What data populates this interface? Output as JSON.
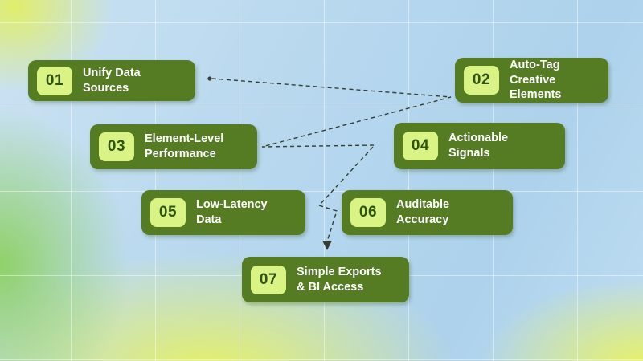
{
  "diagram": {
    "type": "numbered-feature-flow",
    "steps": [
      {
        "number": "01",
        "label": "Unify Data\nSources"
      },
      {
        "number": "02",
        "label": "Auto-Tag\nCreative Elements"
      },
      {
        "number": "03",
        "label": "Element-Level\nPerformance"
      },
      {
        "number": "04",
        "label": "Actionable\nSignals"
      },
      {
        "number": "05",
        "label": "Low-Latency\nData"
      },
      {
        "number": "06",
        "label": "Auditable\nAccuracy"
      },
      {
        "number": "07",
        "label": "Simple Exports\n& BI Access"
      }
    ],
    "flow_order": [
      "01",
      "02",
      "03",
      "04",
      "05",
      "06",
      "07"
    ],
    "colors": {
      "card_background": "#557c22",
      "badge_background": "#d9f485",
      "badge_text": "#2f540f",
      "card_text": "#ffffff",
      "connector": "#343c33",
      "background_blue": "#b6d7ee",
      "background_yellow": "#e9f25f",
      "background_green": "#82ce46"
    }
  }
}
